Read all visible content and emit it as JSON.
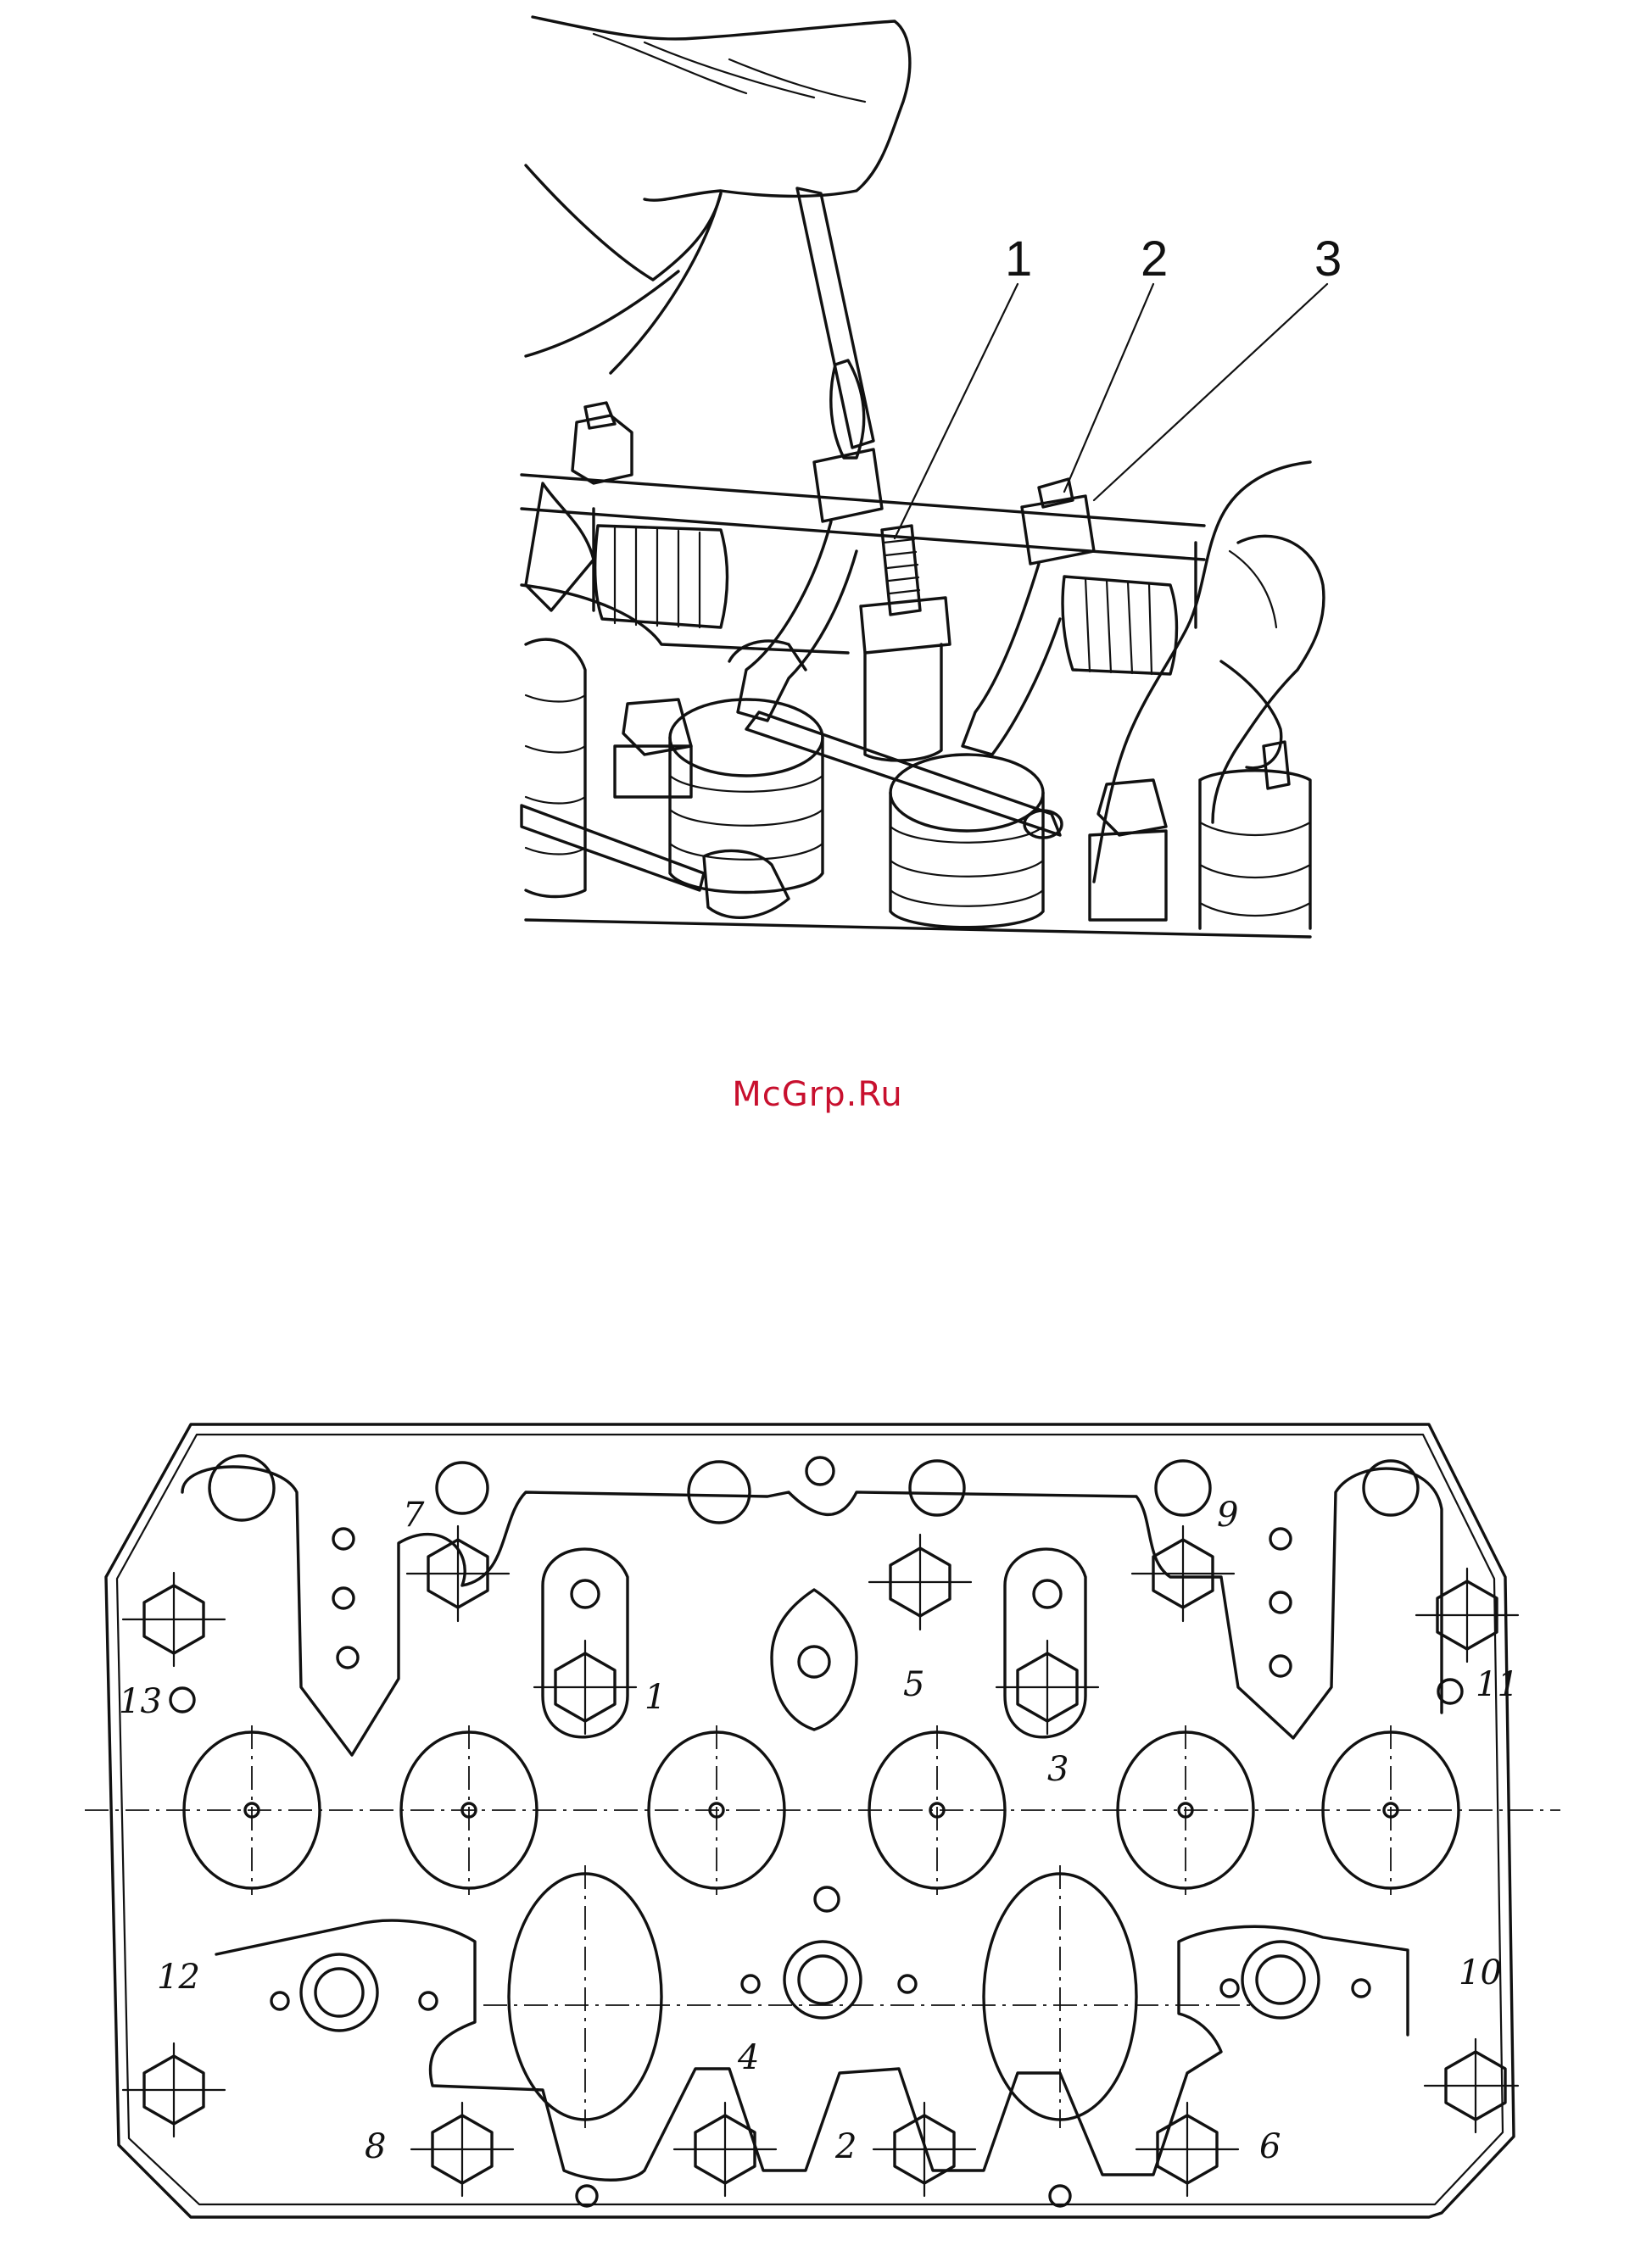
{
  "watermark": {
    "text": "McGrp.Ru",
    "color": "#c8102e"
  },
  "figure_top": {
    "callouts": [
      "1",
      "2",
      "3"
    ]
  },
  "figure_bottom": {
    "bolt_numbers": [
      "1",
      "2",
      "3",
      "4",
      "5",
      "6",
      "7",
      "8",
      "9",
      "10",
      "11",
      "12",
      "13"
    ]
  }
}
